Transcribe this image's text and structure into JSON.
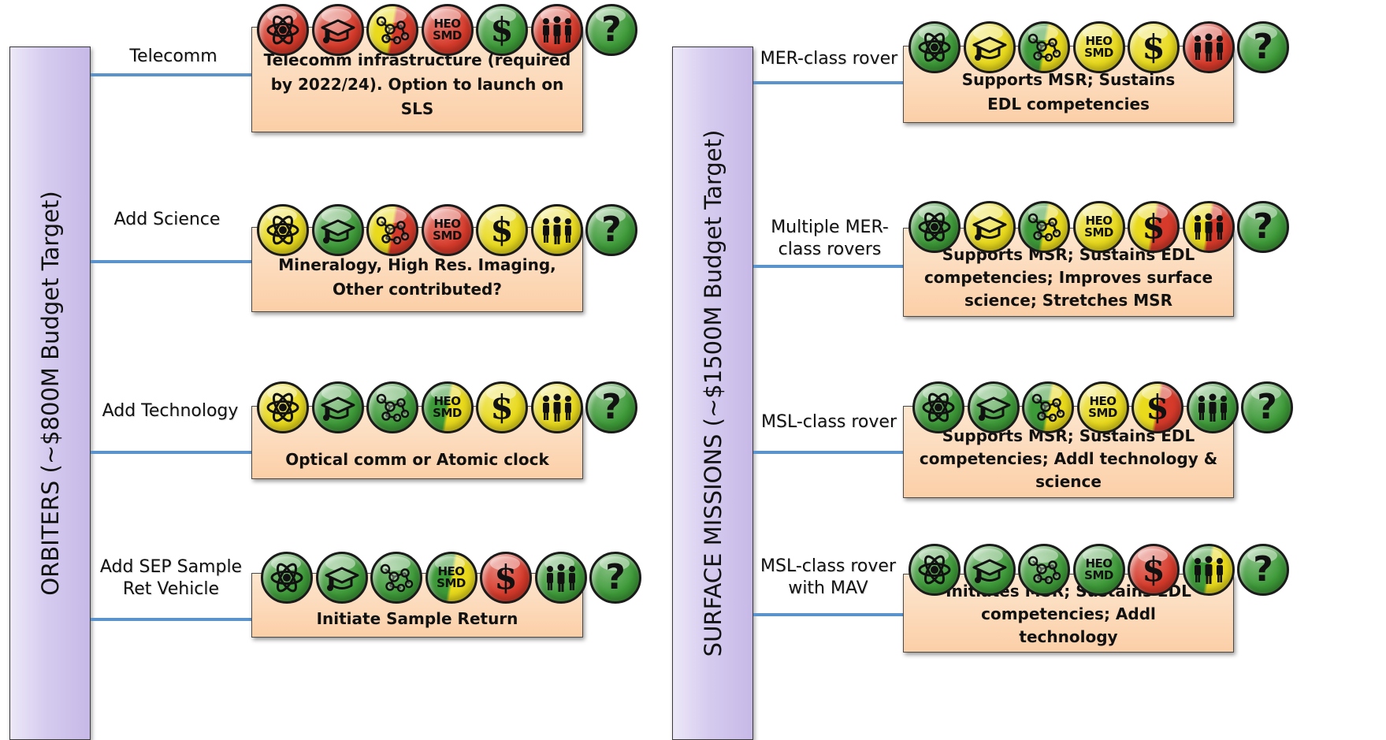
{
  "colors": {
    "green": "#3d9a38",
    "yellow": "#e9da1c",
    "red": "#d63a2a"
  },
  "icon_names": [
    "science-icon",
    "education-icon",
    "technology-network-icon",
    "heo-smd-icon",
    "cost-icon",
    "workforce-icon",
    "unknown-icon"
  ],
  "heo_smd_text": {
    "top": "HEO",
    "bottom": "SMD"
  },
  "dollar_glyph": "$",
  "question_glyph": "?",
  "orbiters": {
    "title": "ORBITERS (~$800M Budget Target)",
    "rows": [
      {
        "label": "Telecomm",
        "description": "Telecomm infrastructure (required by 2022/24). Option to launch on SLS",
        "ratings": [
          [
            "red"
          ],
          [
            "red"
          ],
          [
            "yellow",
            "red"
          ],
          [
            "red"
          ],
          [
            "green"
          ],
          [
            "red"
          ],
          [
            "green"
          ]
        ]
      },
      {
        "label": "Add Science",
        "description": "Mineralogy, High Res. Imaging, Other contributed?",
        "ratings": [
          [
            "yellow"
          ],
          [
            "green"
          ],
          [
            "yellow",
            "red"
          ],
          [
            "red"
          ],
          [
            "yellow"
          ],
          [
            "yellow"
          ],
          [
            "green"
          ]
        ]
      },
      {
        "label": "Add Technology",
        "description": "Optical comm or Atomic clock",
        "ratings": [
          [
            "yellow"
          ],
          [
            "green"
          ],
          [
            "green"
          ],
          [
            "green",
            "yellow"
          ],
          [
            "yellow"
          ],
          [
            "yellow"
          ],
          [
            "green"
          ]
        ]
      },
      {
        "label": "Add SEP Sample Ret Vehicle",
        "description": "Initiate Sample Return",
        "ratings": [
          [
            "green"
          ],
          [
            "green"
          ],
          [
            "green"
          ],
          [
            "green",
            "yellow"
          ],
          [
            "red"
          ],
          [
            "green"
          ],
          [
            "green"
          ]
        ]
      }
    ]
  },
  "surface": {
    "title": "SURFACE MISSIONS (~$1500M Budget Target)",
    "rows": [
      {
        "label": "MER-class rover",
        "description": "Supports MSR; Sustains EDL competencies",
        "ratings": [
          [
            "green"
          ],
          [
            "yellow"
          ],
          [
            "green",
            "yellow"
          ],
          [
            "yellow"
          ],
          [
            "yellow"
          ],
          [
            "red"
          ],
          [
            "green"
          ]
        ]
      },
      {
        "label": "Multiple MER-class rovers",
        "description": "Supports MSR; Sustains EDL competencies; Improves surface science; Stretches MSR",
        "ratings": [
          [
            "green"
          ],
          [
            "yellow"
          ],
          [
            "green",
            "yellow"
          ],
          [
            "yellow"
          ],
          [
            "yellow",
            "red"
          ],
          [
            "yellow",
            "red"
          ],
          [
            "green"
          ]
        ]
      },
      {
        "label": "MSL-class rover",
        "description": "Supports MSR; Sustains EDL competencies; Addl technology & science",
        "ratings": [
          [
            "green"
          ],
          [
            "green"
          ],
          [
            "green",
            "yellow"
          ],
          [
            "yellow"
          ],
          [
            "yellow",
            "red"
          ],
          [
            "green"
          ],
          [
            "green"
          ]
        ]
      },
      {
        "label": "MSL-class rover with MAV",
        "description": "Initiates MSR; Sustains EDL competencies; Addl technology",
        "ratings": [
          [
            "green"
          ],
          [
            "green"
          ],
          [
            "green"
          ],
          [
            "green"
          ],
          [
            "red"
          ],
          [
            "green",
            "yellow"
          ],
          [
            "green"
          ]
        ]
      }
    ]
  }
}
